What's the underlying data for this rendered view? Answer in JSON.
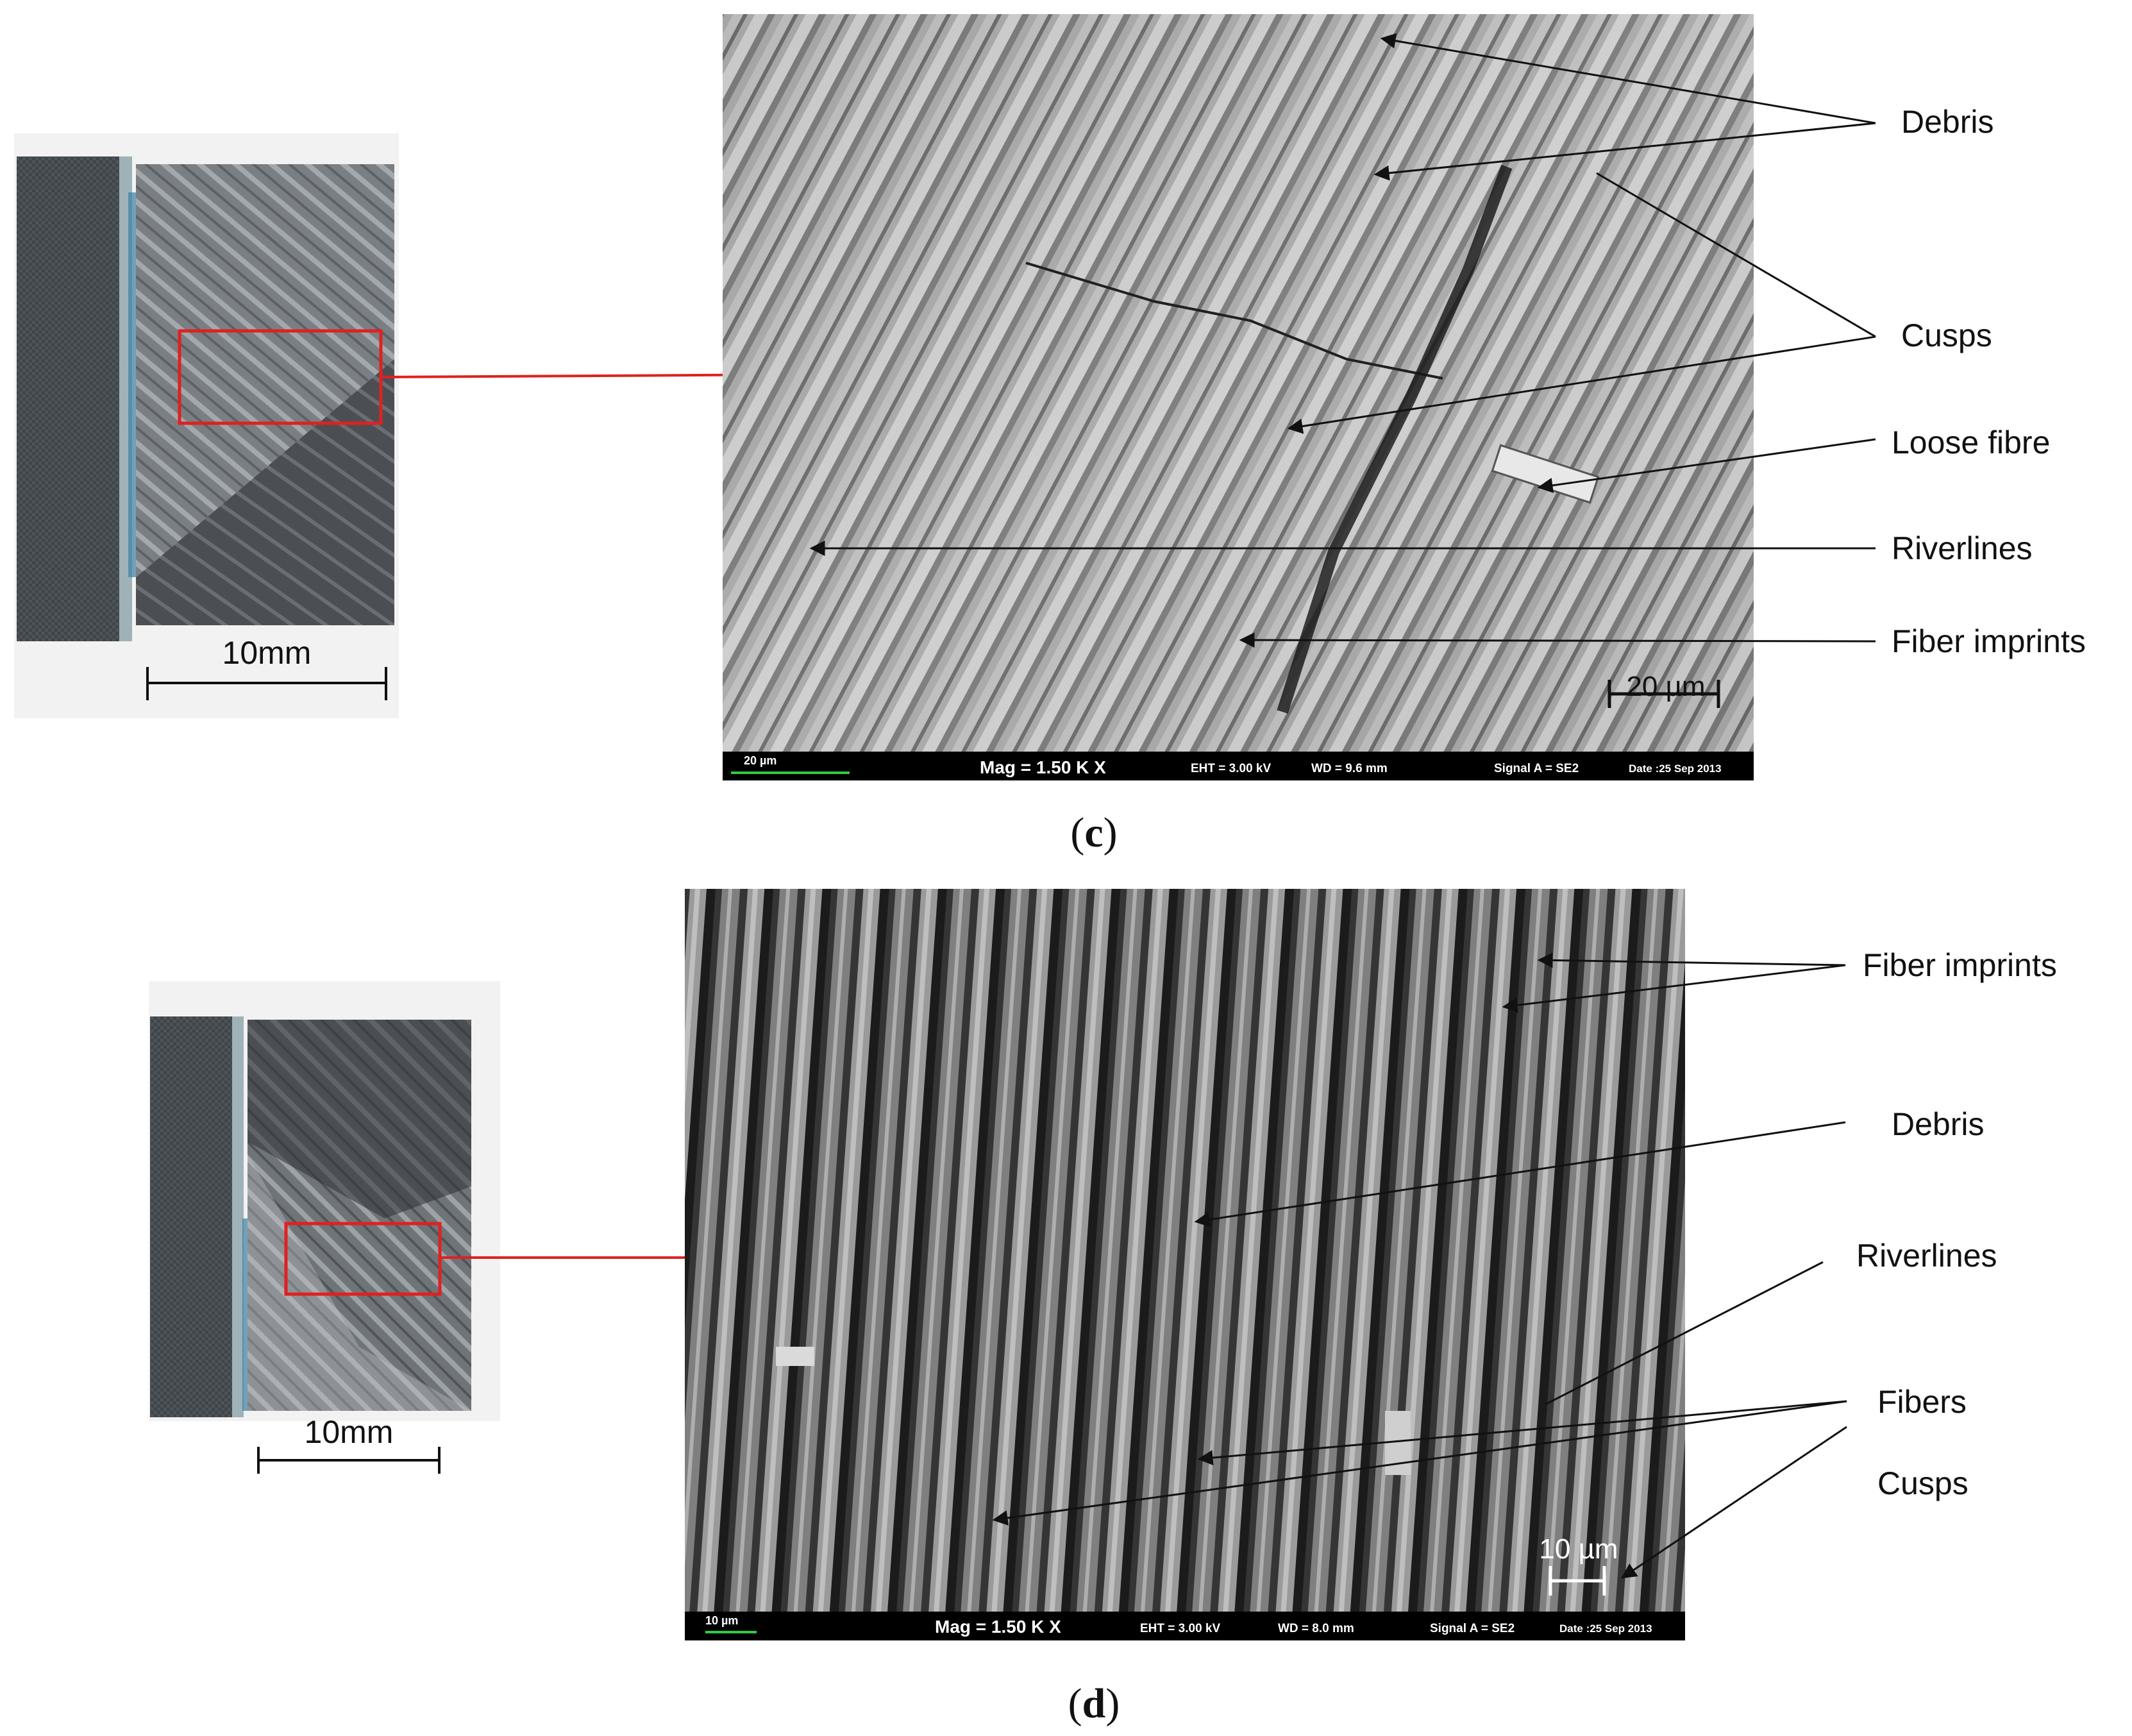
{
  "panel_c": {
    "caption_open": "(",
    "caption_letter": "c",
    "caption_close": ")",
    "photo_scale_label": "10mm",
    "sem_scale_label": "20 µm",
    "sem_info": {
      "scale_text": "20 µm",
      "mag": "Mag =   1.50 K X",
      "eht": "EHT =  3.00 kV",
      "wd": "WD =  9.6 mm",
      "signal": "Signal A = SE2",
      "date": "Date :25 Sep 2013"
    },
    "labels": {
      "debris": "Debris",
      "cusps": "Cusps",
      "loose_fibre": "Loose fibre",
      "riverlines": "Riverlines",
      "fiber_imprints": "Fiber imprints"
    }
  },
  "panel_d": {
    "caption_open": "(",
    "caption_letter": "d",
    "caption_close": ")",
    "photo_scale_label": "10mm",
    "sem_scale_label": "10 µm",
    "sem_info": {
      "scale_text": "10 µm",
      "mag": "Mag =   1.50 K X",
      "eht": "EHT =  3.00 kV",
      "wd": "WD =  8.0 mm",
      "signal": "Signal A = SE2",
      "date": "Date :25 Sep 2013"
    },
    "labels": {
      "fiber_imprints": "Fiber imprints",
      "debris": "Debris",
      "riverlines": "Riverlines",
      "fibers": "Fibers",
      "cusps": "Cusps"
    }
  },
  "colors": {
    "highlight_box": "#e02020",
    "pointer_arrow": "#e02020",
    "annotation_line": "#111111"
  }
}
